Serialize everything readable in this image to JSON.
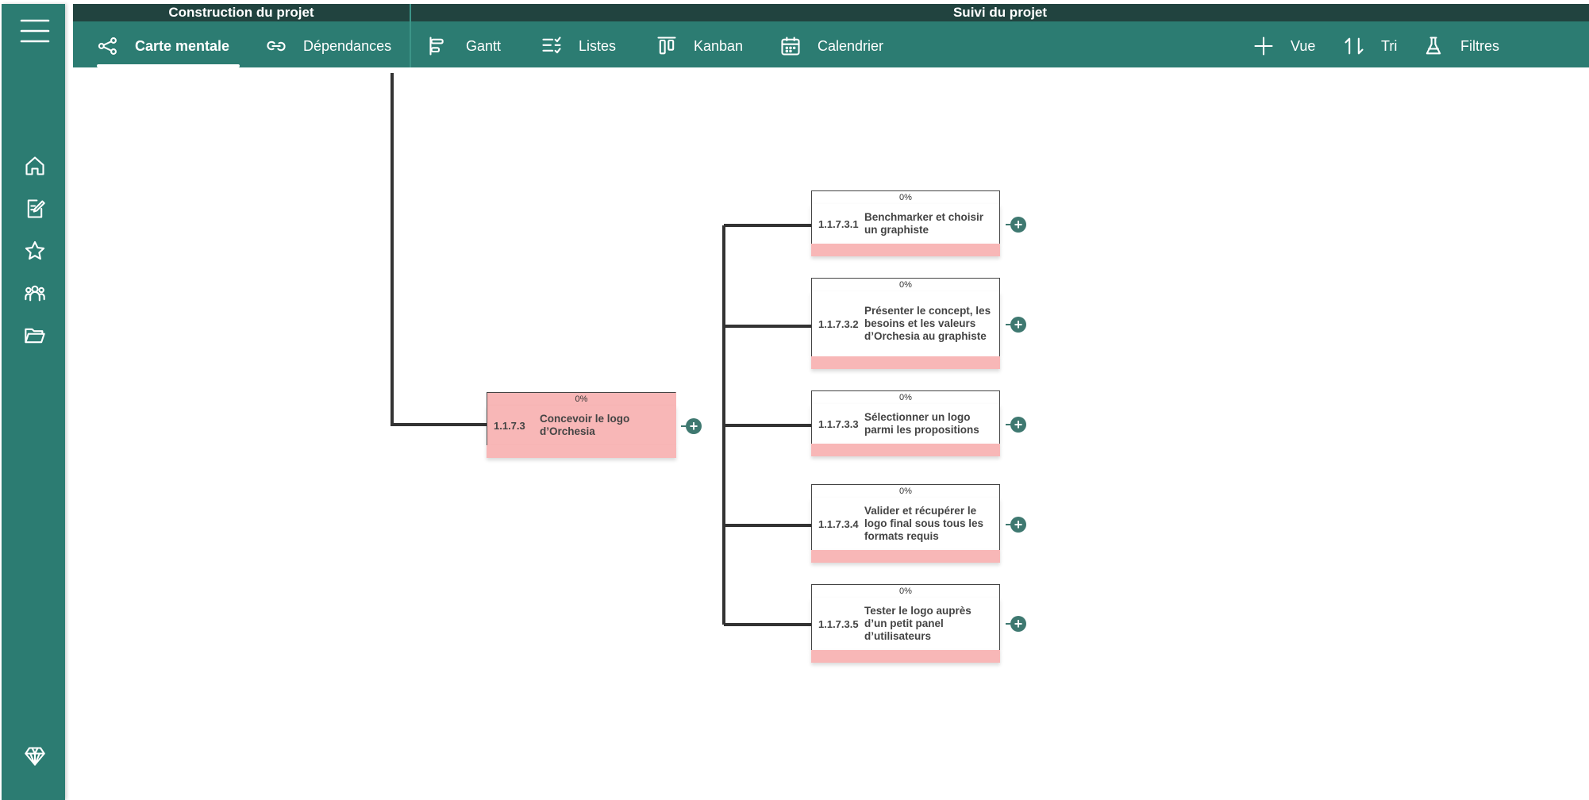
{
  "sidebar": {
    "icons": [
      "menu-icon",
      "home-icon",
      "edit-icon",
      "star-icon",
      "team-icon",
      "folder-icon",
      "diamond-icon"
    ]
  },
  "topbar": {
    "section_construction": "Construction du projet",
    "section_suivi": "Suivi du projet",
    "tabs": {
      "mindmap": "Carte mentale",
      "dependances": "Dépendances",
      "gantt": "Gantt",
      "listes": "Listes",
      "kanban": "Kanban",
      "calendrier": "Calendrier",
      "vue": "Vue",
      "tri": "Tri",
      "filtres": "Filtres"
    }
  },
  "colors": {
    "primary": "#2c7c72",
    "header_dark": "#21433f",
    "node_pink": "#f8b7b7",
    "connector": "#333333",
    "add_button": "#3e7870"
  },
  "mindmap": {
    "parent": {
      "progress": "0%",
      "code": "1.1.7.3",
      "title": "Concevoir le logo d’Orchesia"
    },
    "children": [
      {
        "progress": "0%",
        "code": "1.1.7.3.1",
        "title": "Benchmarker et choisir un graphiste"
      },
      {
        "progress": "0%",
        "code": "1.1.7.3.2",
        "title": "Présenter le concept, les besoins et les valeurs d’Orchesia au graphiste"
      },
      {
        "progress": "0%",
        "code": "1.1.7.3.3",
        "title": "Sélectionner un logo parmi les propositions"
      },
      {
        "progress": "0%",
        "code": "1.1.7.3.4",
        "title": "Valider et récupérer le logo final sous tous les formats requis"
      },
      {
        "progress": "0%",
        "code": "1.1.7.3.5",
        "title": "Tester le logo auprès d’un petit panel d’utilisateurs"
      }
    ],
    "add_symbol": "+"
  }
}
